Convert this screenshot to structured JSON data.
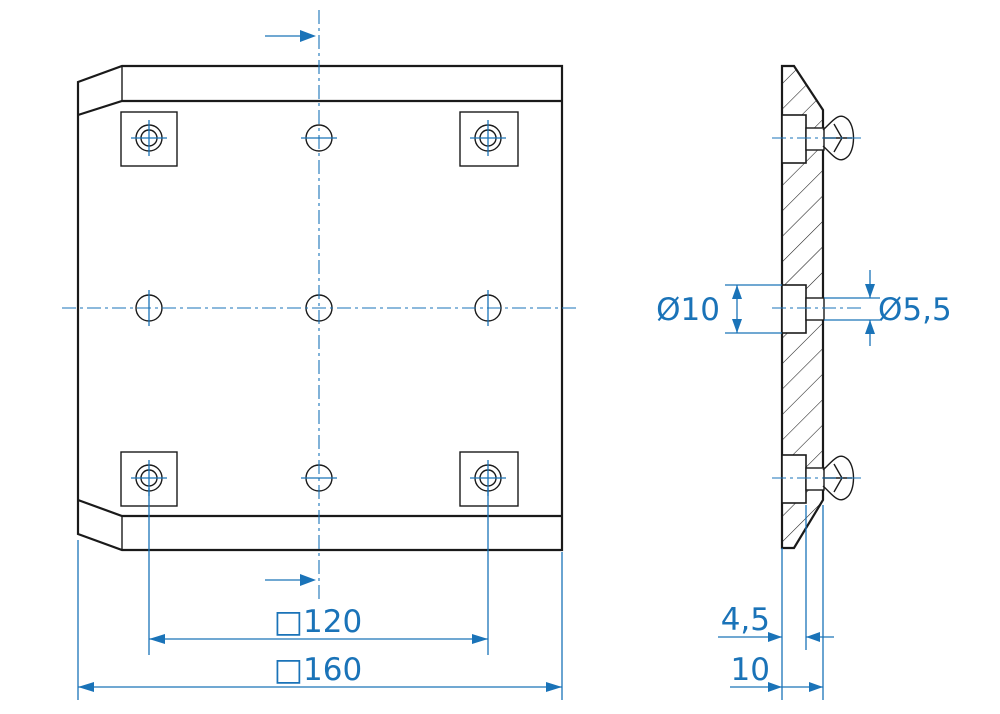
{
  "dimensions": {
    "pattern": "□120",
    "outer": "□160",
    "hole_diameter": "Ø10",
    "bore_diameter": "Ø5,5",
    "recess_depth": "4,5",
    "plate_thickness": "10"
  },
  "colors": {
    "dimension": "#1a73b8",
    "outline": "#1a1a1a",
    "background": "#ffffff"
  }
}
